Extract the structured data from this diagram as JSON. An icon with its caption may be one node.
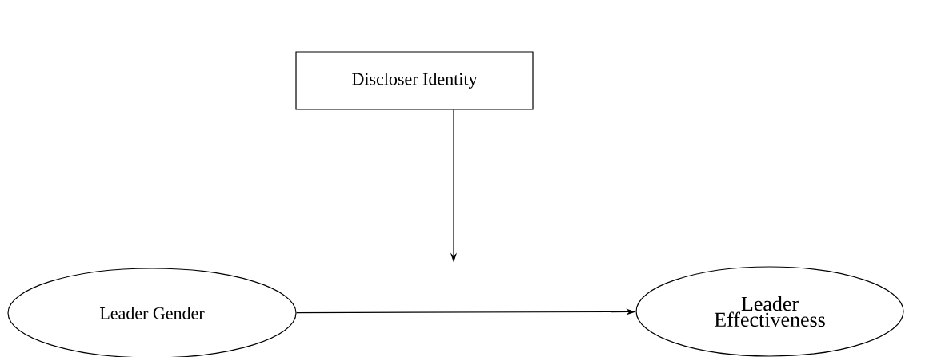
{
  "diagram": {
    "nodes": [
      {
        "text": [
          "Discloser Identity"
        ]
      },
      {
        "text": [
          "Leader Gender"
        ]
      },
      {
        "text": [
          "Leader Effectiveness"
        ]
      }
    ],
    "edges": [
      {
        "from": 1,
        "to": 2,
        "arrow": "to"
      },
      {
        "from": 0,
        "to": null,
        "arrow": "to"
      }
    ]
  }
}
